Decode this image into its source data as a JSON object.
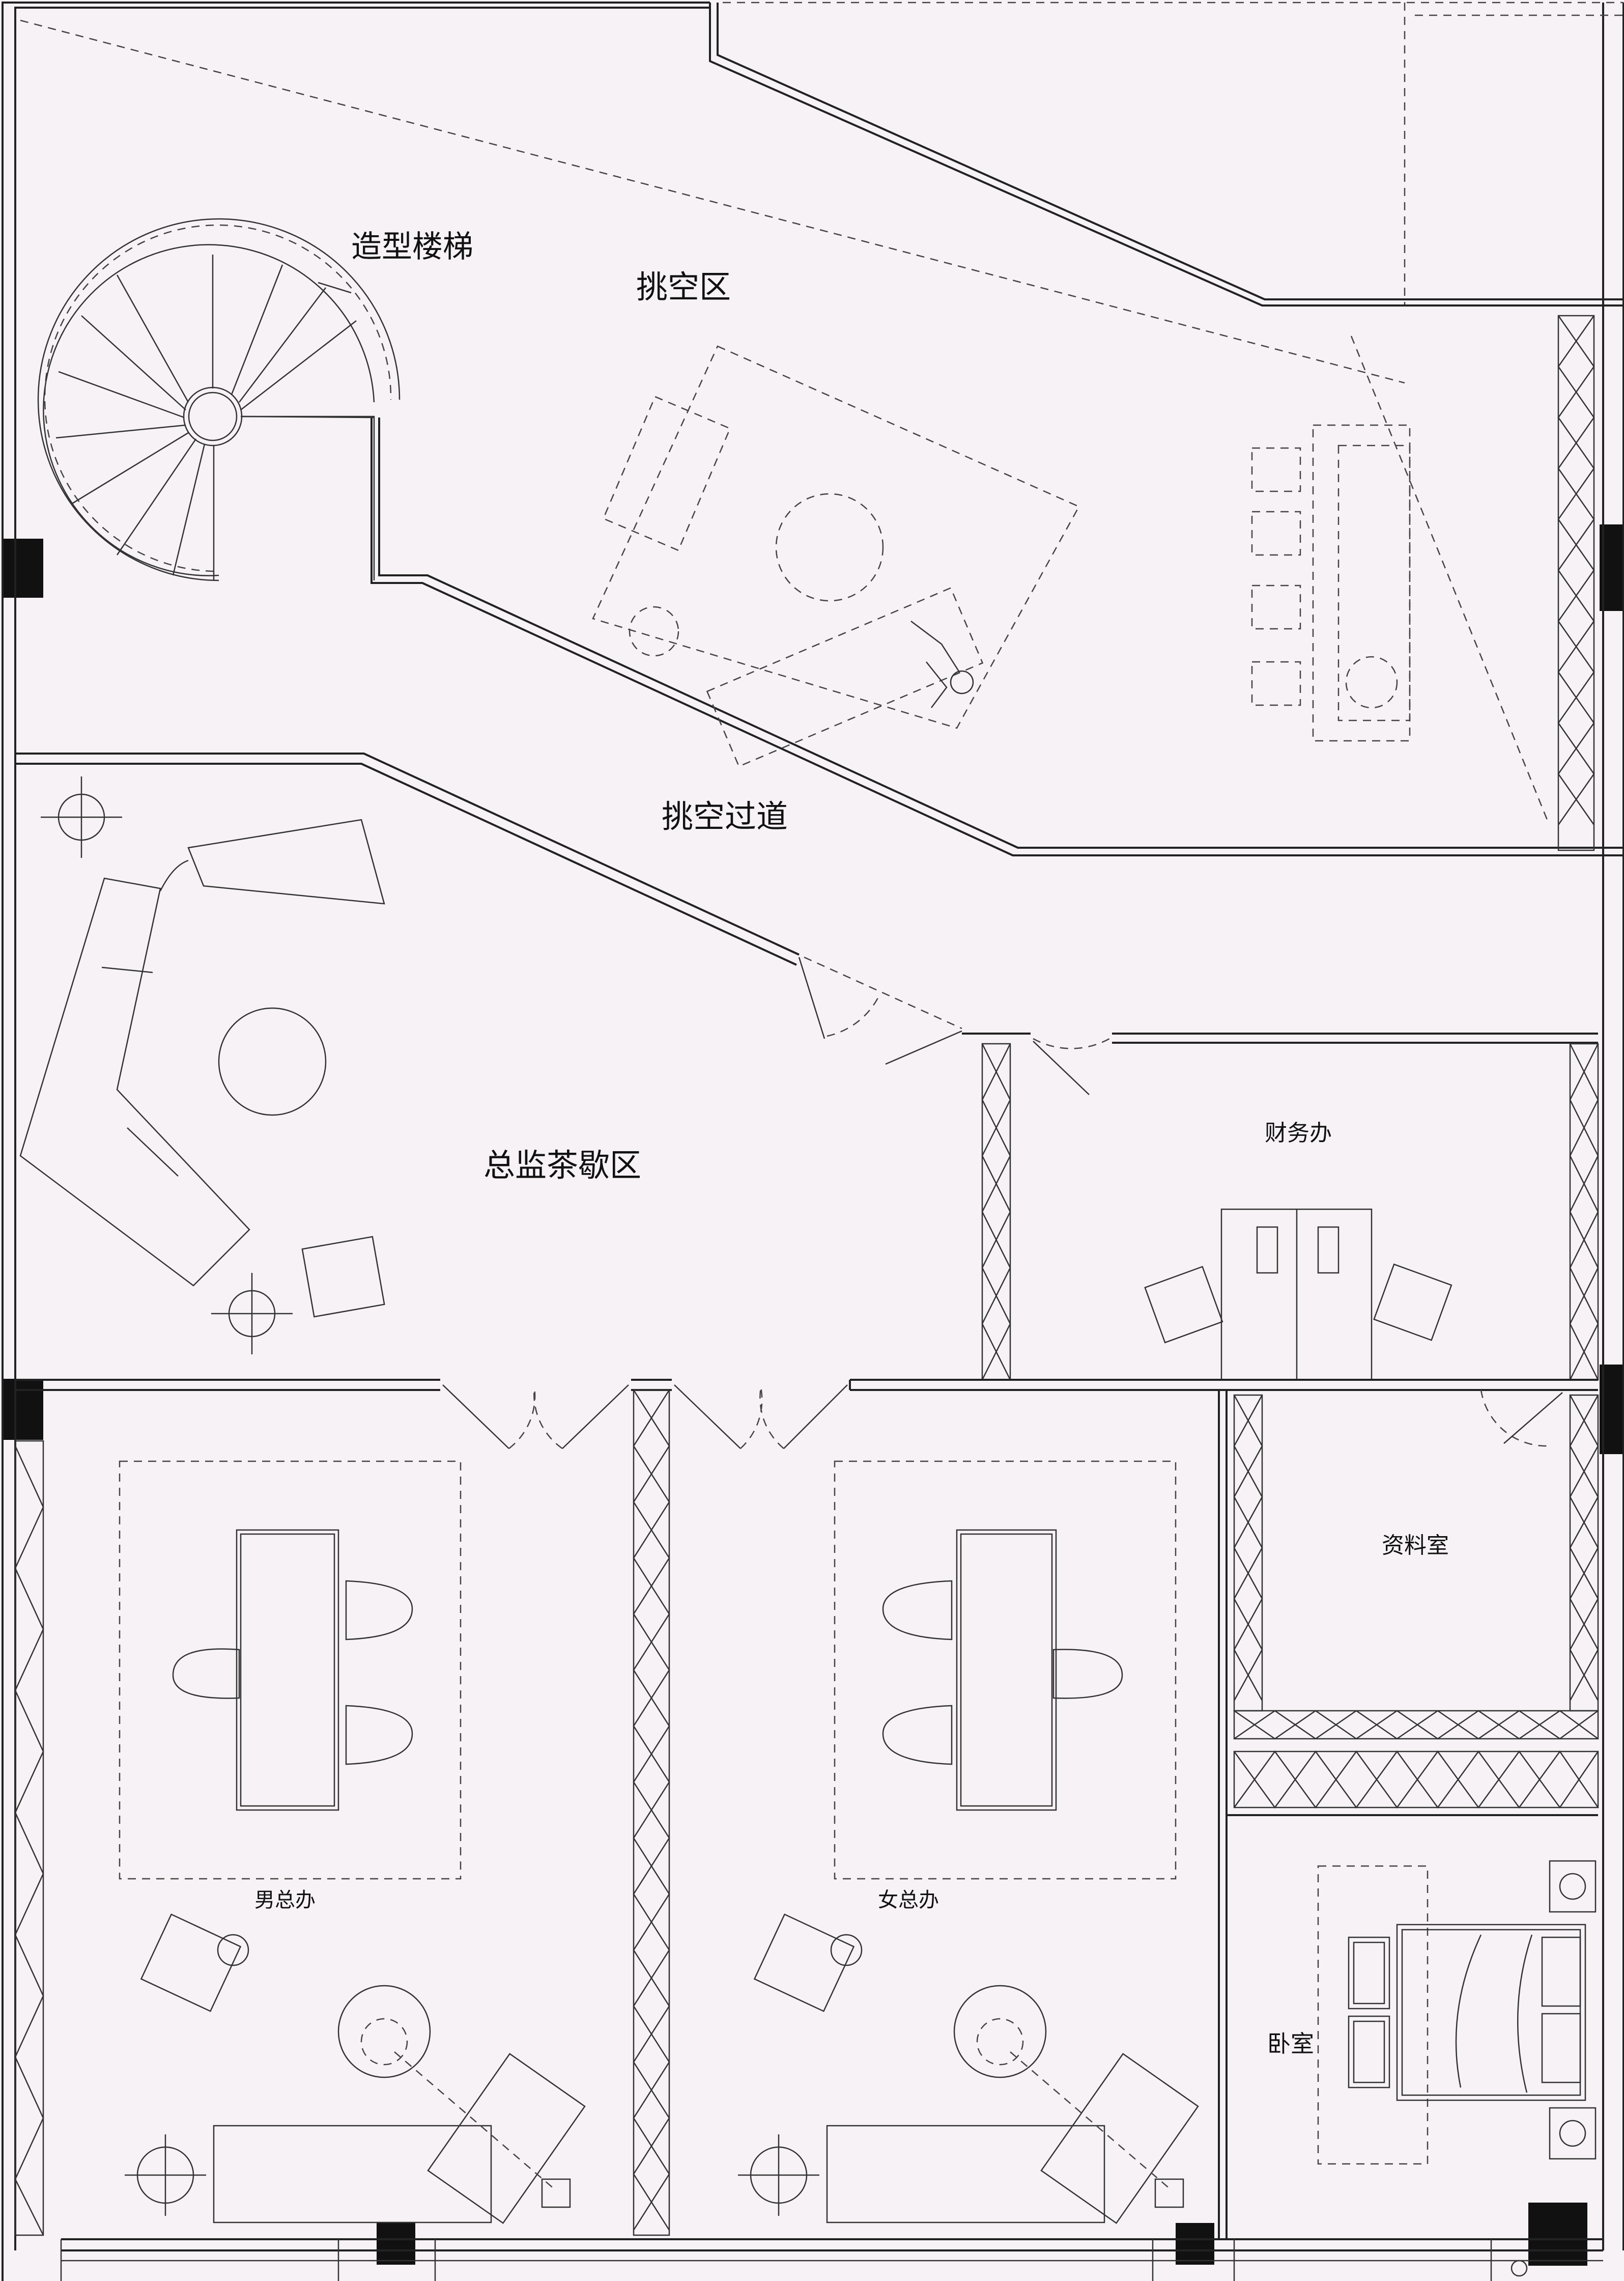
{
  "colors": {
    "background": "#f7f2f5",
    "line": "#222222",
    "column_fill": "#111111"
  },
  "labels": {
    "stair": "造型楼梯",
    "void_area": "挑空区",
    "void_corridor": "挑空过道",
    "director_tea": "总监茶歇区",
    "finance_office": "财务办",
    "archive_room": "资料室",
    "male_ceo_office": "男总办",
    "female_ceo_office": "女总办",
    "bedroom": "卧室"
  }
}
